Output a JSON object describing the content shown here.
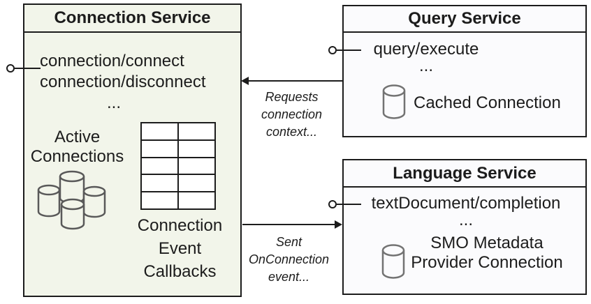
{
  "diagram": {
    "connection_service": {
      "title": "Connection Service",
      "methods": {
        "line1": "connection/connect",
        "line2": "connection/disconnect",
        "ellipsis": "..."
      },
      "active_connections": {
        "line1": "Active",
        "line2": "Connections"
      },
      "callbacks": {
        "line1": "Connection",
        "line2": "Event",
        "line3": "Callbacks"
      }
    },
    "query_service": {
      "title": "Query Service",
      "method": "query/execute",
      "ellipsis": "...",
      "cached_connection_label": "Cached Connection"
    },
    "language_service": {
      "title": "Language Service",
      "method": "textDocument/completion",
      "ellipsis": "...",
      "smo_connection": {
        "line1": "SMO Metadata",
        "line2": "Provider Connection"
      }
    },
    "arrows": {
      "requests_context": {
        "line1": "Requests",
        "line2": "connection",
        "line3": "context..."
      },
      "sent_event": {
        "line1": "Sent",
        "line2": "OnConnection",
        "line3": "event..."
      }
    },
    "colors": {
      "connection_box_bg": "#f2f5ea",
      "service_box_bg": "#fbfbfd",
      "border_ink": "#1c1c1c",
      "cylinder_stroke": "#737373",
      "cluster_stroke": "#595959"
    }
  }
}
